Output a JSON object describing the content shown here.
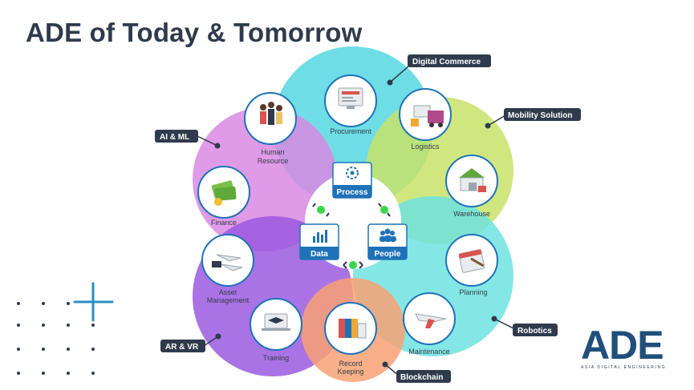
{
  "title": "ADE of Today & Tomorrow",
  "hubs": {
    "process": "Process",
    "data": "Data",
    "people": "People"
  },
  "nodes": {
    "procurement": "Procurement",
    "logistics": "Logistics",
    "human_resource_1": "Human",
    "human_resource_2": "Resource",
    "finance": "Finance",
    "warehouse": "Warehouse",
    "asset_management_1": "Asset",
    "asset_management_2": "Management",
    "planning": "Planning",
    "training": "Training",
    "record_keeping_1": "Record",
    "record_keeping_2": "Keeping",
    "maintenance": "Maintenance"
  },
  "tags": {
    "digital_commerce": "Digital Commerce",
    "mobility_solution": "Mobility Solution",
    "ai_ml": "AI & ML",
    "robotics": "Robotics",
    "ar_vr": "AR & VR",
    "blockchain": "Blockchain"
  },
  "logo": {
    "wordmark": "ADE",
    "tagline": "ASIA DIGITAL ENGINEERING"
  },
  "colors": {
    "cyan": "#55d7e0",
    "lime": "#c8e36a",
    "violet": "#d98ae3",
    "purple": "#9b5be0",
    "peach": "#f8a274",
    "teal": "#6fe3e0",
    "dark": "#2f3b4c",
    "hub_blue": "#1f72b8",
    "accent_green": "#3cd64a"
  }
}
